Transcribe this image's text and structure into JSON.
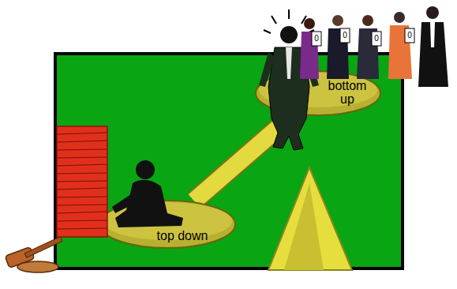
{
  "diagram": {
    "nodes": [
      {
        "text": [
          "bottom up"
        ]
      },
      {
        "text": [
          "top down"
        ]
      }
    ],
    "edges": [
      {
        "from": 1,
        "to": 0,
        "arrow": "none"
      }
    ],
    "labels": [
      "0",
      "0",
      "0",
      "0"
    ]
  }
}
